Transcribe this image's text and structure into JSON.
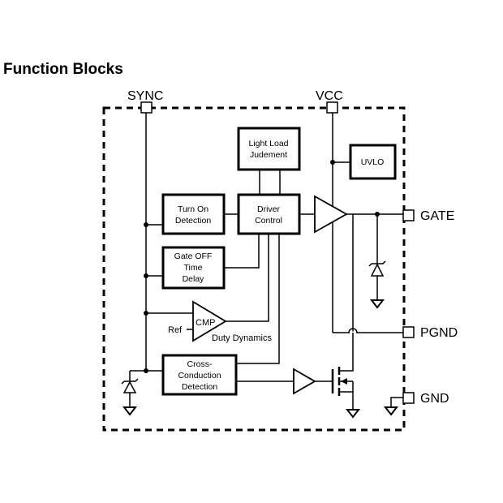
{
  "title": "Function Blocks",
  "pins": {
    "sync": "SYNC",
    "vcc": "VCC",
    "gate": "GATE",
    "pgnd": "PGND",
    "gnd": "GND"
  },
  "blocks": {
    "light_load": [
      "Light Load",
      "Judement"
    ],
    "uvlo": "UVLO",
    "turn_on": [
      "Turn On",
      "Detection"
    ],
    "driver": [
      "Driver",
      "Control"
    ],
    "gate_off": [
      "Gate OFF",
      "Time",
      "Delay"
    ],
    "cmp": "CMP",
    "cross": [
      "Cross-",
      "Conduction",
      "Detection"
    ]
  },
  "labels": {
    "ref": "Ref",
    "duty": "Duty Dynamics"
  }
}
